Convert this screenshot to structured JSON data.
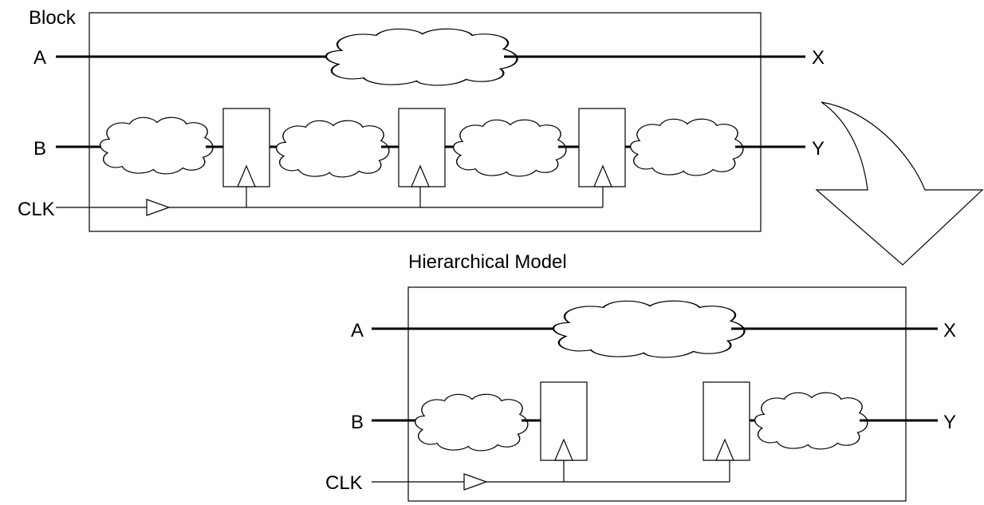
{
  "block": {
    "title": "Block",
    "inputs": {
      "a": "A",
      "b": "B",
      "clk": "CLK"
    },
    "outputs": {
      "x": "X",
      "y": "Y"
    }
  },
  "model": {
    "title": "Hierarchical Model",
    "inputs": {
      "a": "A",
      "b": "B",
      "clk": "CLK"
    },
    "outputs": {
      "x": "X",
      "y": "Y"
    }
  }
}
